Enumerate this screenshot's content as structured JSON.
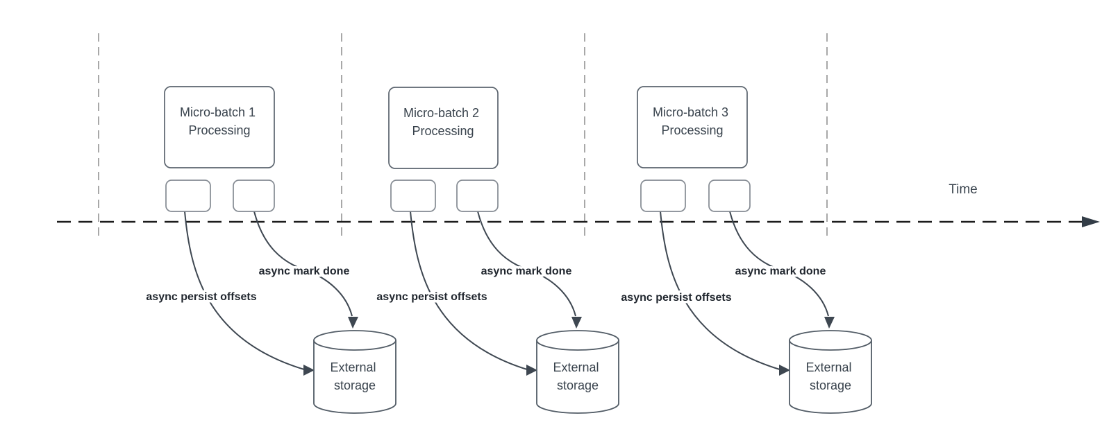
{
  "diagram": {
    "time_label": "Time",
    "groups": [
      {
        "title_line1": "Micro-batch 1",
        "title_line2": "Processing",
        "persist_label": "async persist offsets",
        "mark_done_label": "async mark done",
        "storage_line1": "External",
        "storage_line2": "storage"
      },
      {
        "title_line1": "Micro-batch 2",
        "title_line2": "Processing",
        "persist_label": "async persist offsets",
        "mark_done_label": "async mark done",
        "storage_line1": "External",
        "storage_line2": "storage"
      },
      {
        "title_line1": "Micro-batch 3",
        "title_line2": "Processing",
        "persist_label": "async persist offsets",
        "mark_done_label": "async mark done",
        "storage_line1": "External",
        "storage_line2": "storage"
      }
    ],
    "colors": {
      "background": "#ffffff",
      "shape_stroke": "#5b646e",
      "small_box_stroke": "#848a92",
      "shape_text": "#39434d",
      "flow_label_text": "#20262e",
      "arrow": "#3e4751",
      "timeline": "#1c1c1c",
      "guide_line": "#a8a8a8"
    }
  }
}
